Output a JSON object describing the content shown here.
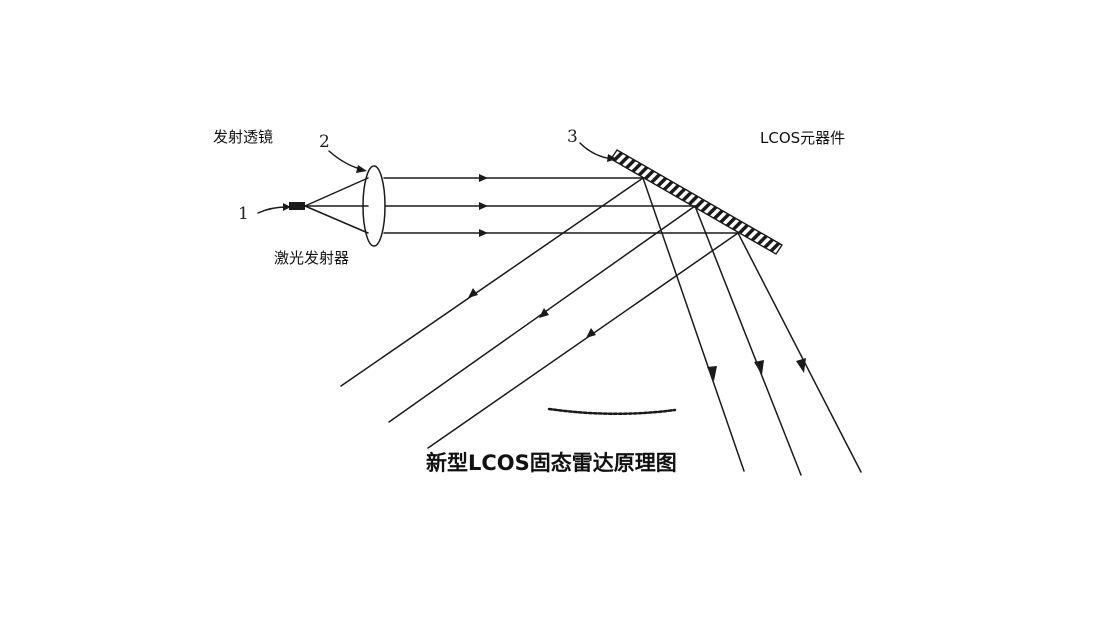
{
  "labels": {
    "emit_lens": "发射透镜",
    "laser_emitter": "激光发射器",
    "lcos_element": "LCOS元器件"
  },
  "callouts": {
    "n1": "1",
    "n2": "2",
    "n3": "3"
  },
  "title": "新型LCOS固态雷达原理图",
  "colors": {
    "line": "#1a1a1a",
    "background": "#ffffff"
  }
}
